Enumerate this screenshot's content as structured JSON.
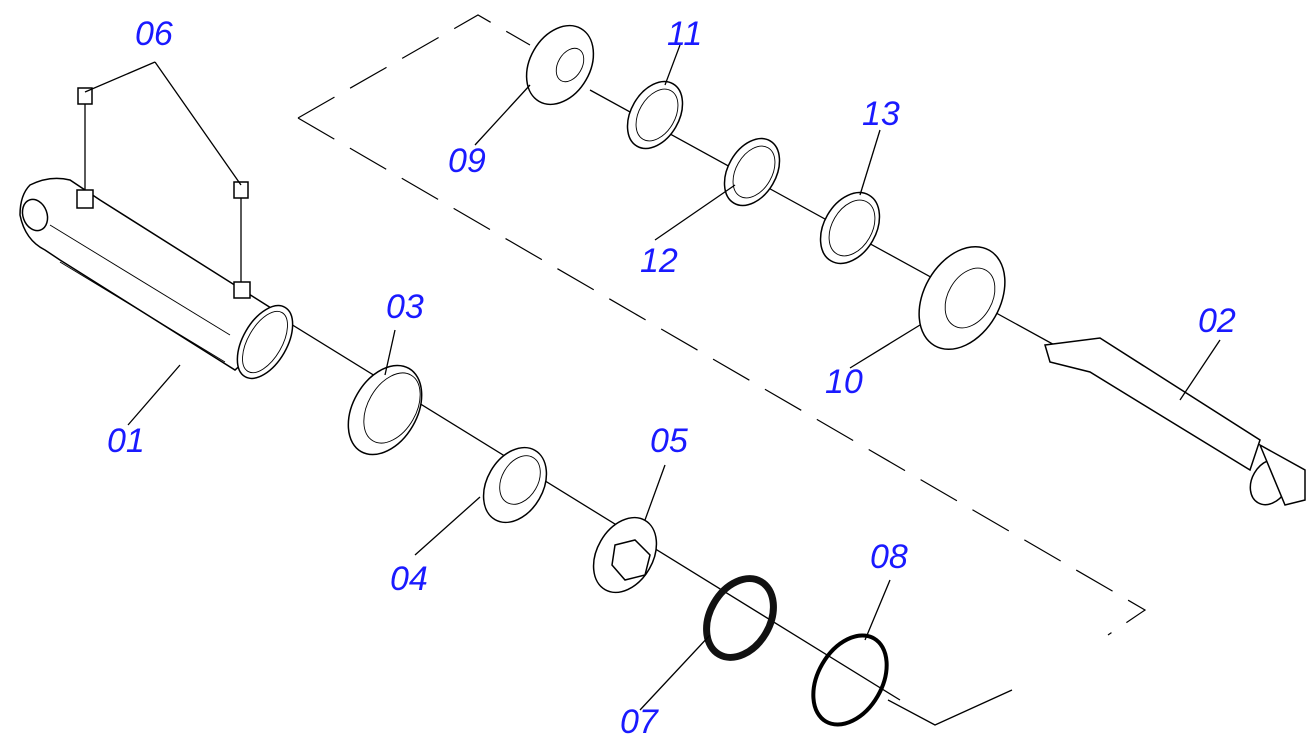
{
  "diagram": {
    "type": "exploded-parts-view",
    "label_color": "#1a1aff",
    "callouts": [
      {
        "id": "callout-01",
        "text": "01"
      },
      {
        "id": "callout-02",
        "text": "02"
      },
      {
        "id": "callout-03",
        "text": "03"
      },
      {
        "id": "callout-04",
        "text": "04"
      },
      {
        "id": "callout-05",
        "text": "05"
      },
      {
        "id": "callout-06",
        "text": "06"
      },
      {
        "id": "callout-07",
        "text": "07"
      },
      {
        "id": "callout-08",
        "text": "08"
      },
      {
        "id": "callout-09",
        "text": "09"
      },
      {
        "id": "callout-10",
        "text": "10"
      },
      {
        "id": "callout-11",
        "text": "11"
      },
      {
        "id": "callout-12",
        "text": "12"
      },
      {
        "id": "callout-13",
        "text": "13"
      }
    ]
  }
}
